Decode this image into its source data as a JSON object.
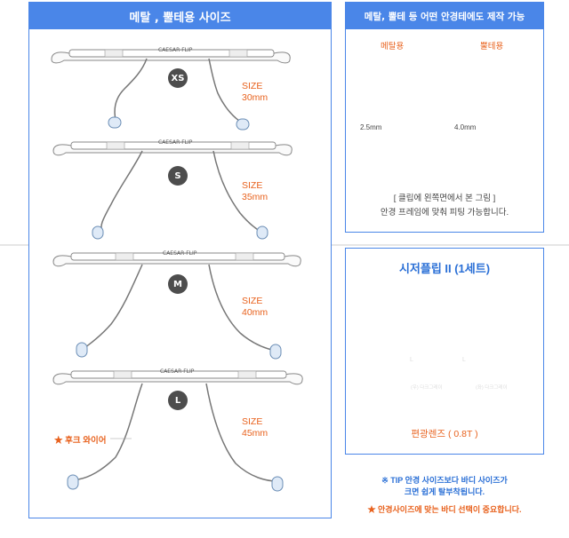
{
  "left_panel": {
    "title": "메탈 , 뿔테용 사이즈",
    "brand_text": "CAESAR-FLIP",
    "sizes": [
      {
        "badge": "XS",
        "label": "SIZE",
        "mm": "30mm"
      },
      {
        "badge": "S",
        "label": "SIZE",
        "mm": "35mm"
      },
      {
        "badge": "M",
        "label": "SIZE",
        "mm": "40mm"
      },
      {
        "badge": "L",
        "label": "SIZE",
        "mm": "45mm"
      }
    ],
    "hook_note": "★ 후크 와이어"
  },
  "top_right_panel": {
    "title": "메탈, 뿔테 등 어떤 안경테에도 제작 가능",
    "metal_label": "메탈용",
    "horn_label": "뿔테용",
    "metal_measure": "2.5mm",
    "horn_measure": "4.0mm",
    "caption_line1": "[ 클립에 왼쪽면에서 본 그림 ]",
    "caption_line2": "안경 프레임에 맞춰 피팅 가능합니다."
  },
  "bottom_right_panel": {
    "title": "시저플립 II (1세트)",
    "lens_text_left": "(우) 다크그레이",
    "lens_text_right": "(좌) 다크그레이",
    "lens_mark_left": "L",
    "lens_mark_right": "L",
    "lens_caption": "편광렌즈 ( 0.8T )"
  },
  "notes": {
    "tip_line1": "※ TIP 안경 사이즈보다 바디 사이즈가",
    "tip_line2": "크면 쉽게 탈부착됩니다.",
    "star_note": "★ 안경사이즈에 맞는 바디 선택이 중요합니다."
  },
  "colors": {
    "accent": "#4a86e8",
    "orange": "#e8621e",
    "green": "#22a33a",
    "blue": "#2a6fd6"
  }
}
